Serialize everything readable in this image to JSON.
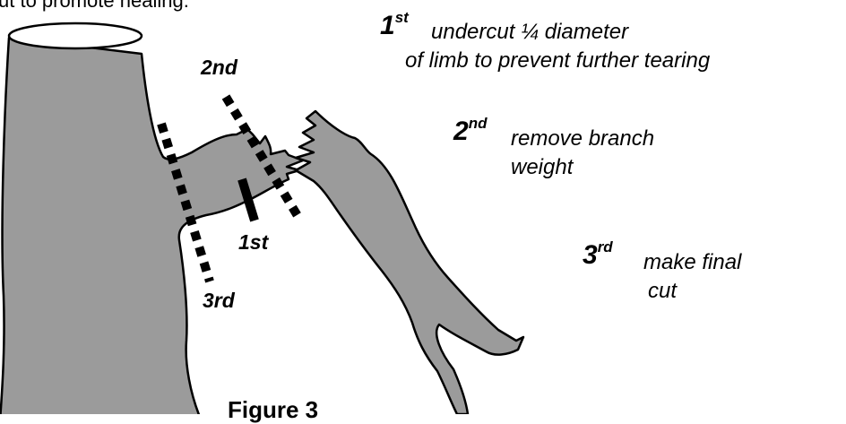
{
  "top_text": "ut to promote healing.",
  "figure_caption": "Figure 3",
  "cut_labels": {
    "first": "1st",
    "second": "2nd",
    "third": "3rd"
  },
  "steps": [
    {
      "num": "1",
      "sup": "st",
      "line1": "undercut ¼ diameter",
      "line2": "of limb to prevent further tearing"
    },
    {
      "num": "2",
      "sup": "nd",
      "line1": "remove branch",
      "line2": "weight"
    },
    {
      "num": "3",
      "sup": "rd",
      "line1": "make final",
      "line2": "cut"
    }
  ],
  "colors": {
    "bark": "#9b9b9b",
    "outline": "#000000",
    "background": "#ffffff"
  }
}
